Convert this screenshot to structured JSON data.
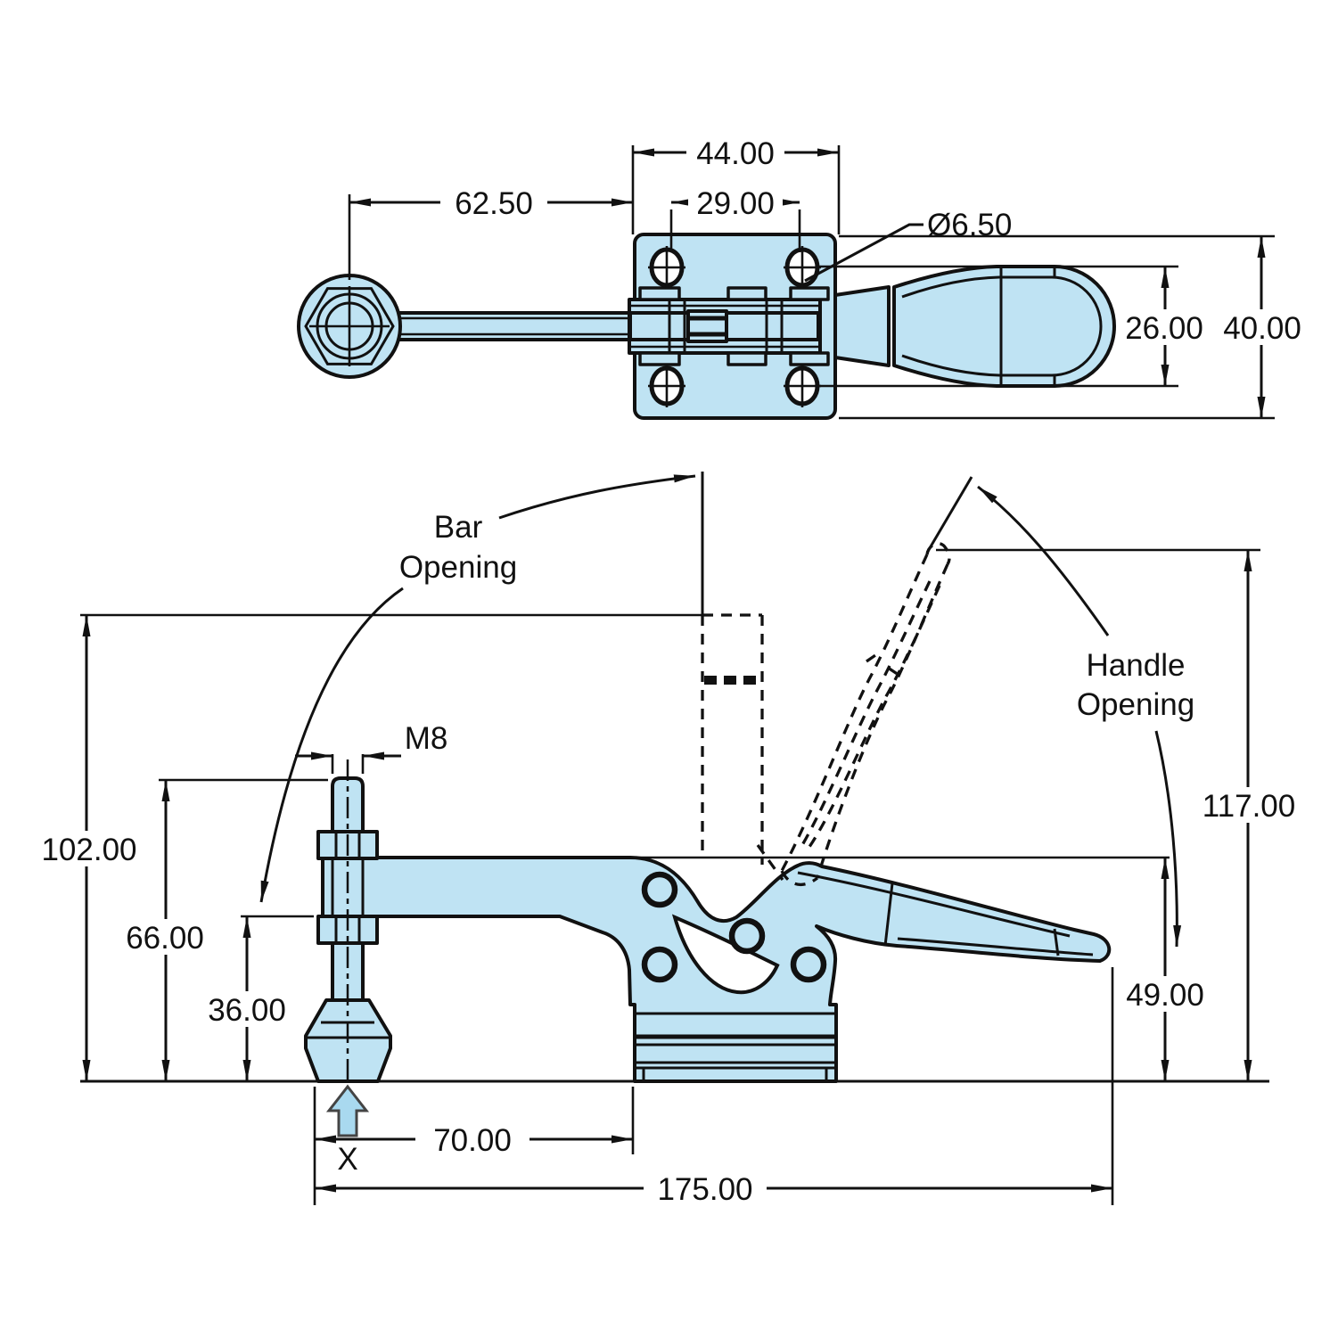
{
  "drawing": {
    "colors": {
      "part_fill": "#BFE3F3",
      "line": "#111111",
      "background": "#FFFFFF",
      "datum_arrow_fill": "#A9D9EF"
    },
    "top_view": {
      "plate_width": "44.00",
      "spindle_offset": "62.50",
      "hole_spacing": "29.00",
      "hole_diameter": "Ø6.50",
      "handle_width": "26.00",
      "overall_width": "40.00"
    },
    "side_view": {
      "bar_open_height": "102.00",
      "spindle_top_height": "66.00",
      "spindle_lower_height": "36.00",
      "thread_label": "M8",
      "spindle_to_base": "70.00",
      "overall_length": "175.00",
      "handle_open_height": "117.00",
      "handle_closed_height": "49.00",
      "bar_opening": [
        "Bar",
        "Opening"
      ],
      "handle_opening": [
        "Handle",
        "Opening"
      ],
      "datum_label": "X"
    }
  }
}
